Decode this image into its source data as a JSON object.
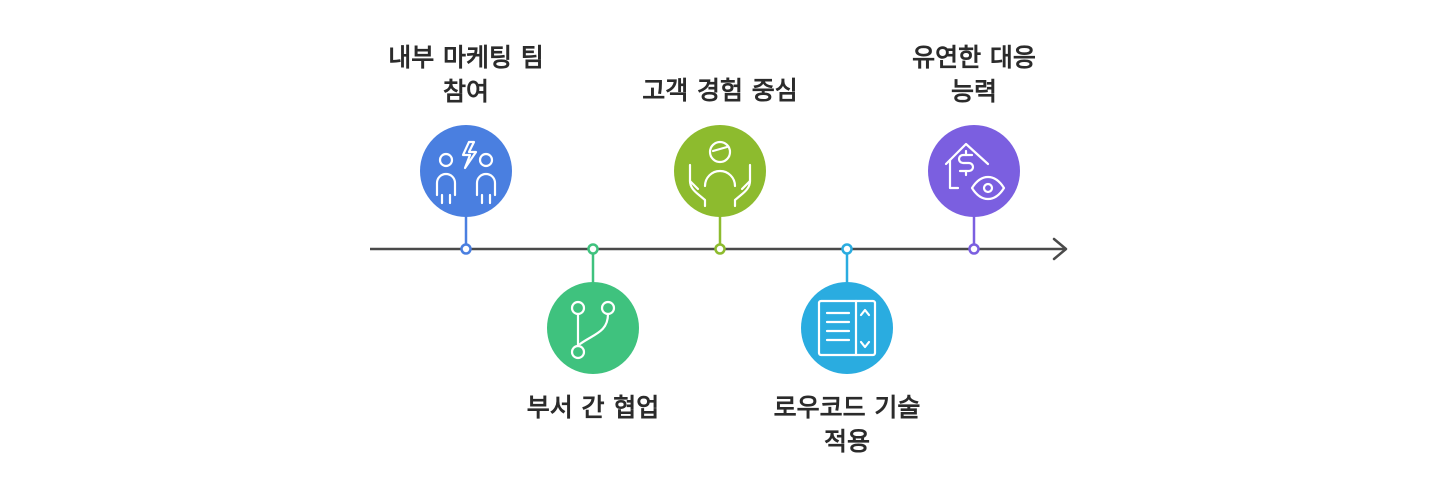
{
  "timeline": {
    "line_color": "#4a4a4a",
    "milestones": [
      {
        "id": "internal-marketing",
        "label_lines": [
          "내부 마케팅 팀",
          "참여"
        ],
        "color": "#4a7fe0",
        "icon": "two-people-lightning-icon",
        "side": "top"
      },
      {
        "id": "cross-department",
        "label_lines": [
          "부서 간 협업"
        ],
        "color": "#3fc27e",
        "icon": "branch-icon",
        "side": "bottom"
      },
      {
        "id": "customer-centric",
        "label_lines": [
          "고객 경험 중심"
        ],
        "color": "#8dbb2e",
        "icon": "person-in-hands-icon",
        "side": "top"
      },
      {
        "id": "low-code",
        "label_lines": [
          "로우코드 기술",
          "적용"
        ],
        "color": "#2aace0",
        "icon": "list-panel-icon",
        "side": "bottom"
      },
      {
        "id": "flexibility",
        "label_lines": [
          "유연한 대응",
          "능력"
        ],
        "color": "#7b5fe0",
        "icon": "house-dollar-eye-icon",
        "side": "top"
      }
    ]
  }
}
